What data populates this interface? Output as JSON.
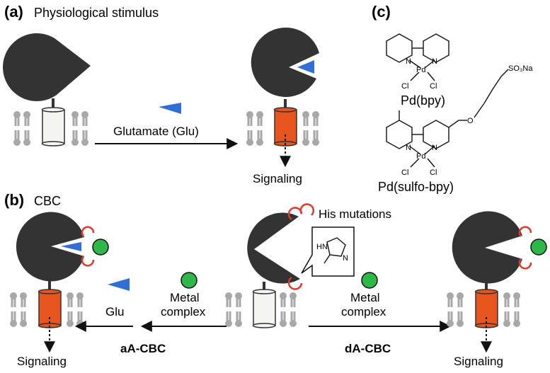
{
  "panel_a": {
    "tag": "(a)",
    "title": "Physiological stimulus",
    "arrow_label": "Glutamate (Glu)",
    "output_label": "Signaling"
  },
  "panel_b": {
    "tag": "(b)",
    "title": "CBC",
    "mutation_label": "His mutations",
    "left_arrow_label": "Glu",
    "left_metal_line1": "Metal",
    "left_metal_line2": "complex",
    "right_metal_line1": "Metal",
    "right_metal_line2": "complex",
    "left_method": "aA-CBC",
    "right_method": "dA-CBC",
    "left_output": "Signaling",
    "right_output": "Signaling",
    "imidazole_atom_n1": "H",
    "imidazole_atom_n1b": "N",
    "imidazole_atom_n2": "N"
  },
  "panel_c": {
    "tag": "(c)",
    "complex1_name": "Pd(bpy)",
    "complex2_name": "Pd(sulfo-bpy)",
    "atom_pd": "Pd",
    "atom_n": "N",
    "atom_cl": "Cl",
    "atom_o": "O",
    "sulfonate_group": "SO₃Na"
  },
  "colors": {
    "receptor_dark": "#333333",
    "active_channel": "#e8541e",
    "glutamate": "#2f6fd6",
    "metal": "#2fb84a",
    "his_loop": "#e23a2a",
    "membrane": "#a8a8a8"
  }
}
